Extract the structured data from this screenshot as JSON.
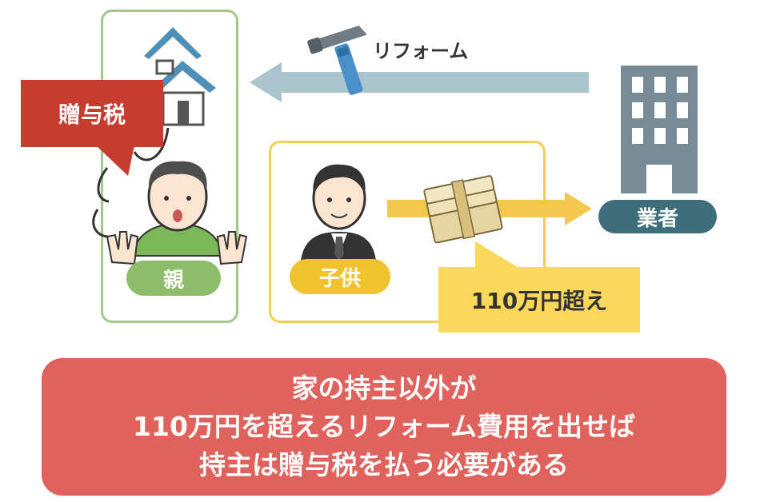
{
  "diagram": {
    "reform_label": "リフォーム",
    "tax_bubble": "贈与税",
    "parent_label": "親",
    "child_label": "子供",
    "vendor_label": "業者",
    "amount_bubble": "110万円超え",
    "summary_lines": [
      "家の持主以外が",
      "110万円を超えるリフォーム費用を出せば",
      "持主は贈与税を払う必要がある"
    ]
  },
  "colors": {
    "parent_green": "#8dbd6a",
    "child_yellow": "#efc22e",
    "vendor_teal": "#3d6e7a",
    "tax_red": "#c63d2f",
    "summary_red": "#e0625c",
    "arrow_blue": "#a9c4cc"
  }
}
